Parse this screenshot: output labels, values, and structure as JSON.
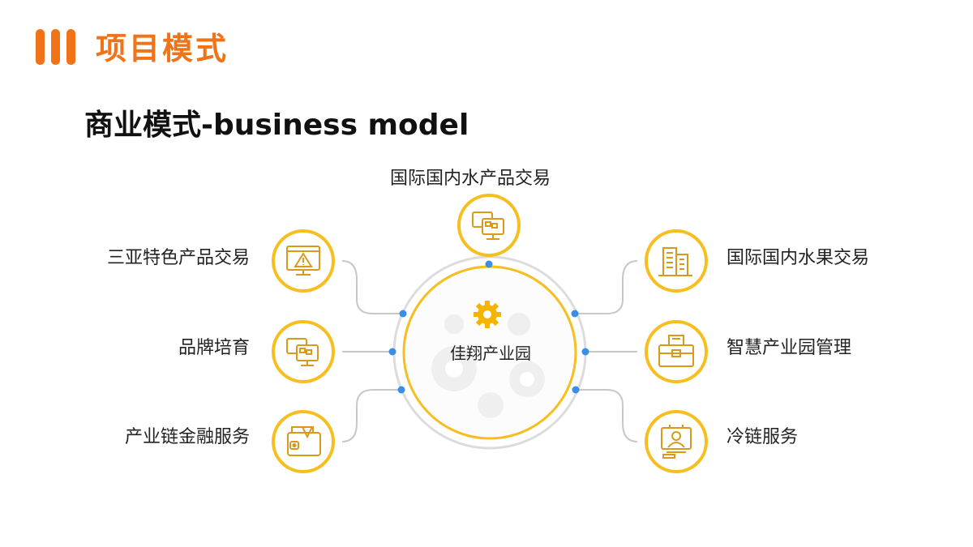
{
  "header": {
    "title": "项目模式"
  },
  "subtitle": "商业模式-business model",
  "colors": {
    "accent": "#f07318",
    "node_ring": "#f6be1e",
    "icon": "#d99a1a",
    "dot": "#3a8ee8",
    "connector": "#c8c8c8"
  },
  "center": {
    "label": "佳翔产业园",
    "icon": "gear-icon"
  },
  "nodes": {
    "top": {
      "label": "国际国内水产品交易",
      "icon": "monitors-icon"
    },
    "left_1": {
      "label": "三亚特色产品交易",
      "icon": "warning-monitor-icon"
    },
    "left_2": {
      "label": "品牌培育",
      "icon": "monitors-icon"
    },
    "left_3": {
      "label": "产业链金融服务",
      "icon": "wallet-icon"
    },
    "right_1": {
      "label": "国际国内水果交易",
      "icon": "buildings-icon"
    },
    "right_2": {
      "label": "智慧产业园管理",
      "icon": "briefcase-icon"
    },
    "right_3": {
      "label": "冷链服务",
      "icon": "support-agent-icon"
    }
  }
}
